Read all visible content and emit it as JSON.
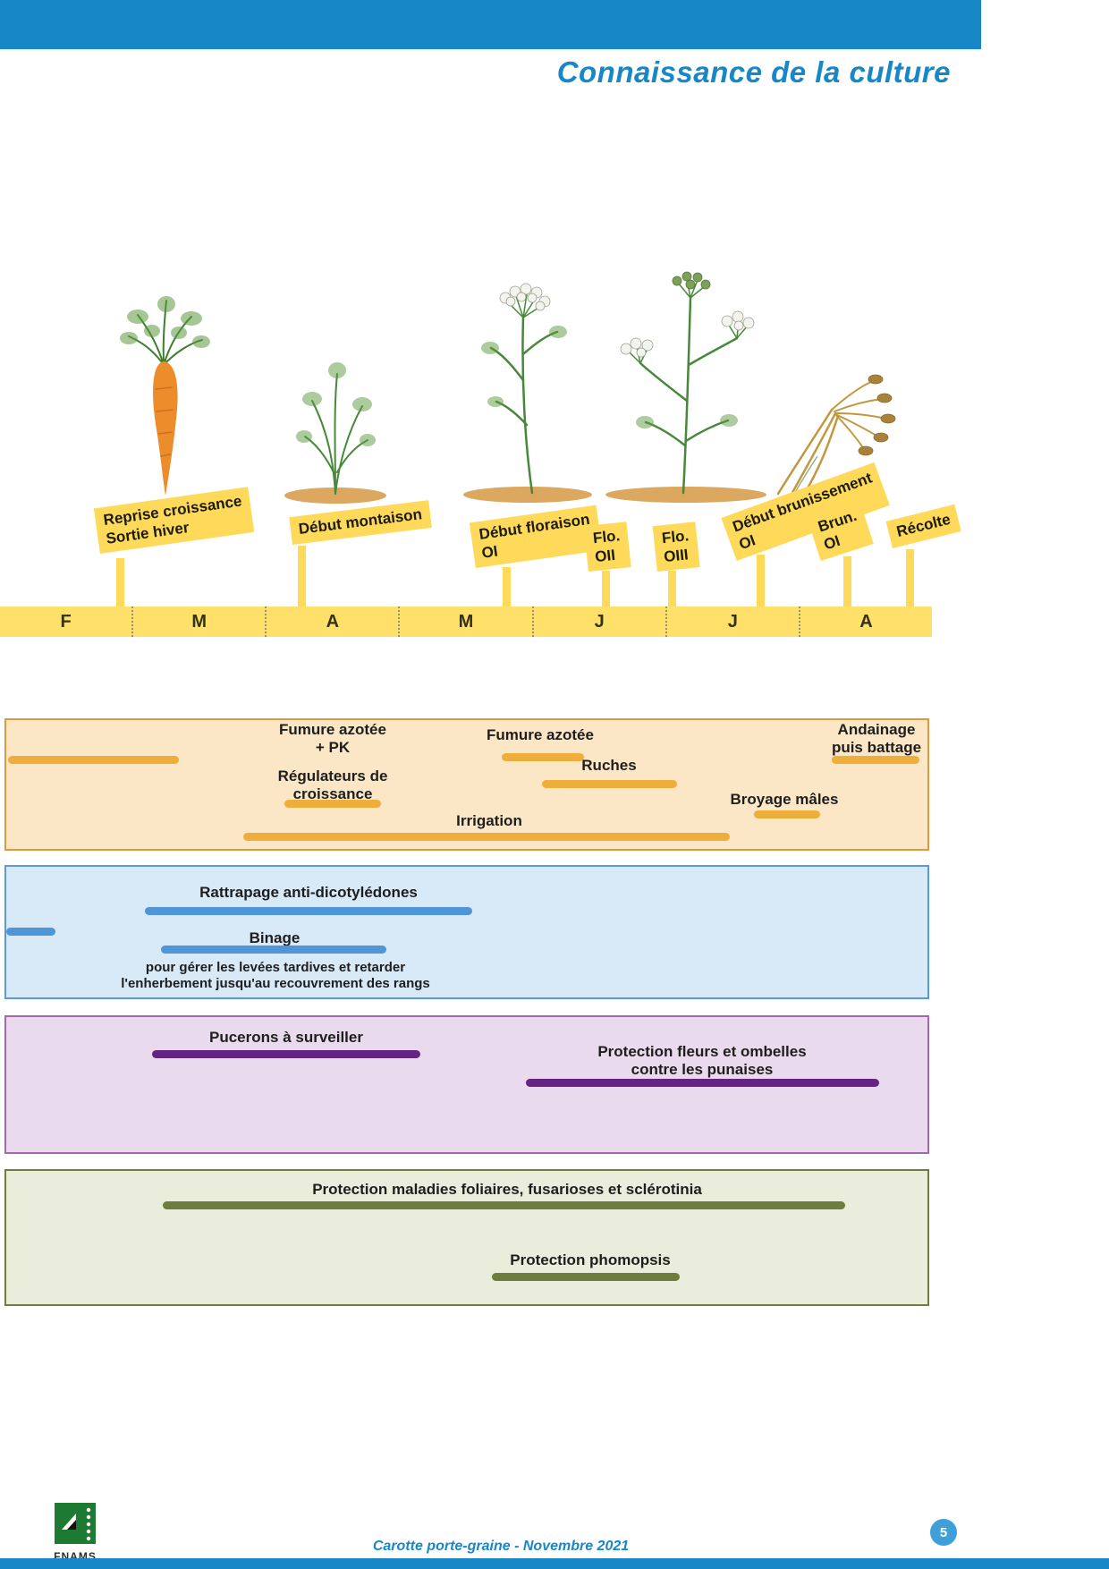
{
  "header": {
    "title": "Connaissance de la culture"
  },
  "timeline": {
    "months": [
      "F",
      "M",
      "A",
      "M",
      "J",
      "J",
      "A"
    ],
    "stages": [
      {
        "l1": "Reprise croissance",
        "l2": "Sortie hiver"
      },
      {
        "l1": "Début montaison"
      },
      {
        "l1": "Début floraison",
        "l2": "OI"
      },
      {
        "l1": "Flo.",
        "l2": "OII"
      },
      {
        "l1": "Flo.",
        "l2": "OIII"
      },
      {
        "l1": "Début brunissement",
        "l2": "OI"
      },
      {
        "l1": "Brun.",
        "l2": "OI"
      },
      {
        "l1": "Récolte"
      }
    ]
  },
  "cultural": {
    "fumure_pk": {
      "l1": "Fumure azotée",
      "l2": "+ PK"
    },
    "regulateurs": {
      "l1": "Régulateurs de",
      "l2": "croissance"
    },
    "fumure2": "Fumure azotée",
    "ruches": "Ruches",
    "irrigation": "Irrigation",
    "broyage": "Broyage mâles",
    "andainage": {
      "l1": "Andainage",
      "l2": "puis battage"
    }
  },
  "weeds": {
    "rattrapage": "Rattrapage anti-dicotylédones",
    "binage": "Binage",
    "note": {
      "l1": "pour gérer les levées tardives et retarder",
      "l2": "l'enherbement jusqu'au recouvrement des rangs"
    }
  },
  "pests": {
    "pucerons": "Pucerons à surveiller",
    "punaises": {
      "l1": "Protection fleurs et ombelles",
      "l2": "contre les punaises"
    }
  },
  "diseases": {
    "foliaires": "Protection maladies foliaires, fusarioses et sclérotinia",
    "phomopsis": "Protection phomopsis"
  },
  "footer": {
    "logo": "FNAMS",
    "caption": "Carotte porte-graine - Novembre 2021",
    "page": "5"
  },
  "colors": {
    "header_blue": "#1787C8",
    "timeline_yellow": "#FFD95A",
    "monthbar_yellow": "#FFE06A",
    "cultural_bg": "#FBE7C5",
    "cultural_border": "#DC9A3F",
    "cultural_bar": "#EFAE3C",
    "weeds_bg": "#D8E9F8",
    "weeds_border": "#5B9BD5",
    "weeds_bar": "#4E96D7",
    "pests_bg": "#EADAEE",
    "pests_border": "#A469AC",
    "pests_bar": "#662482",
    "diseases_bg": "#EAECDC",
    "diseases_border": "#6E7C3E",
    "diseases_bar": "#6E7C3E"
  }
}
